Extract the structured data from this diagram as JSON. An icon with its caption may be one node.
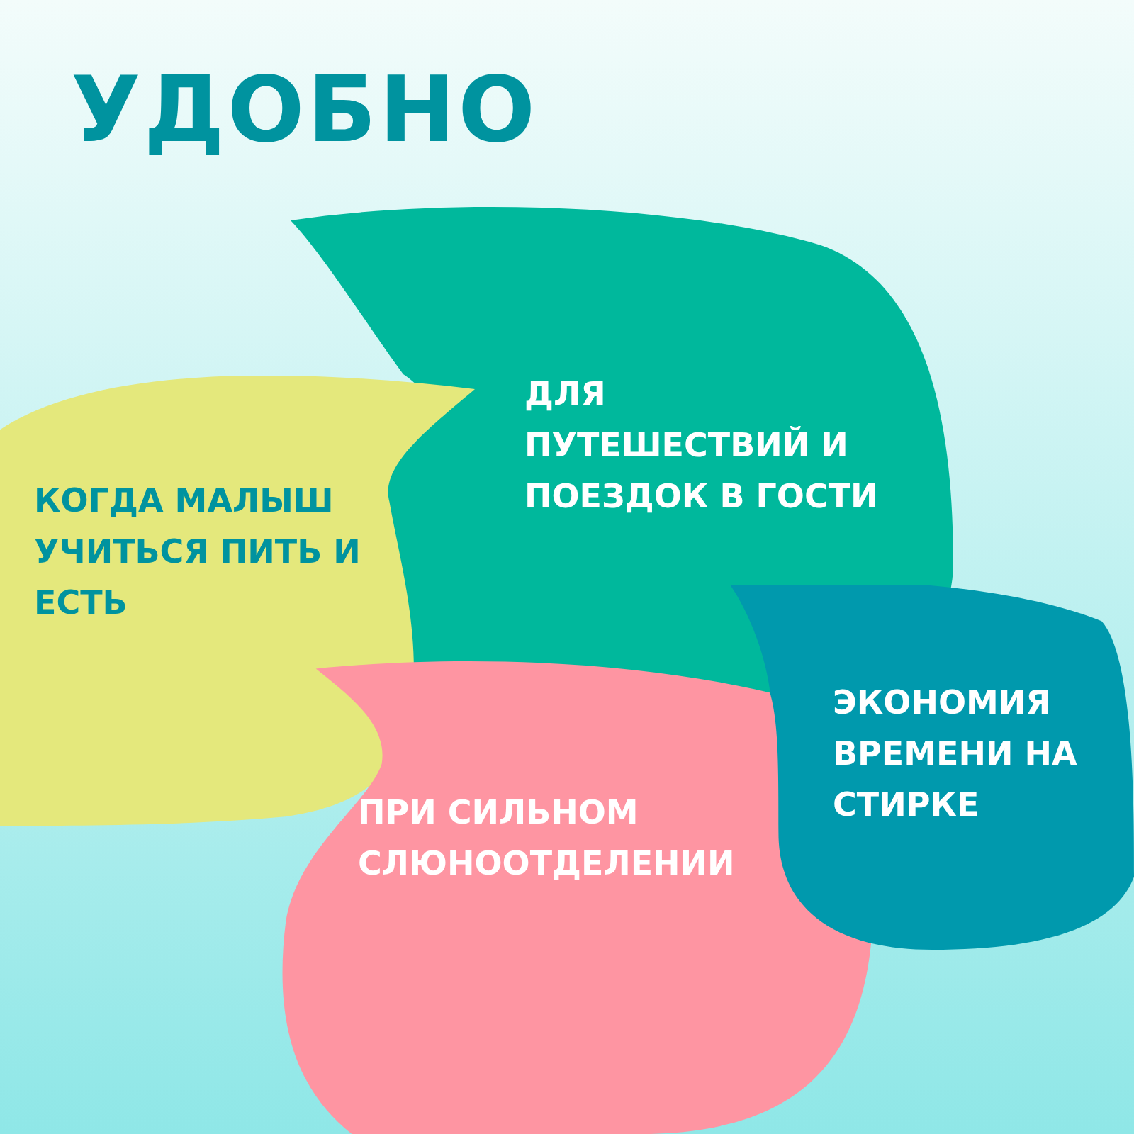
{
  "diagram": {
    "title": "УДОБНО",
    "nodes": [
      {
        "text": [
          "ДЛЯ ПУТЕШЕСТВИЙ И ПОЕЗДОК В ГОСТИ"
        ]
      },
      {
        "text": [
          "КОГДА МАЛЫШ УЧИТЬСЯ ПИТЬ И ЕСТЬ"
        ]
      },
      {
        "text": [
          "ЭКОНОМИЯ ВРЕМЕНИ НА СТИРКЕ"
        ]
      },
      {
        "text": [
          "ПРИ СИЛЬНОМ СЛЮНООТДЕЛЕНИИ"
        ]
      }
    ]
  }
}
